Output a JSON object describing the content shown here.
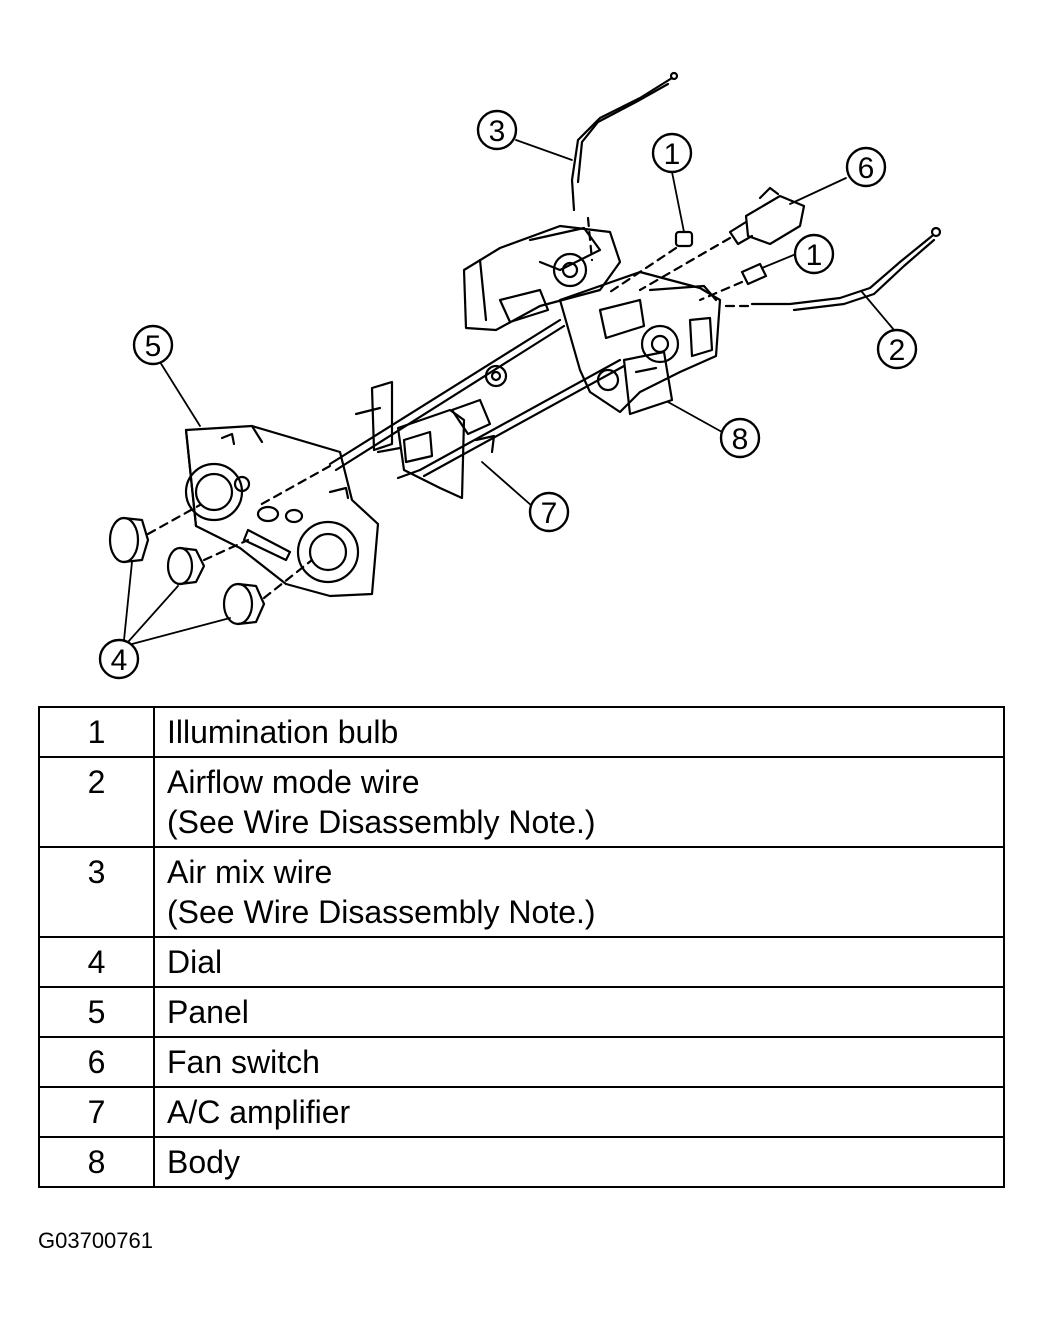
{
  "diagram": {
    "callouts": [
      {
        "id": "c3",
        "label": "3"
      },
      {
        "id": "c1a",
        "label": "1"
      },
      {
        "id": "c6",
        "label": "6"
      },
      {
        "id": "c1b",
        "label": "1"
      },
      {
        "id": "c2",
        "label": "2"
      },
      {
        "id": "c5",
        "label": "5"
      },
      {
        "id": "c8",
        "label": "8"
      },
      {
        "id": "c7",
        "label": "7"
      },
      {
        "id": "c4",
        "label": "4"
      }
    ]
  },
  "legend": {
    "rows": [
      {
        "number": "1",
        "lines": [
          "Illumination bulb"
        ]
      },
      {
        "number": "2",
        "lines": [
          "Airflow mode wire",
          "(See Wire Disassembly Note.)"
        ]
      },
      {
        "number": "3",
        "lines": [
          "Air mix wire",
          "(See Wire Disassembly Note.)"
        ]
      },
      {
        "number": "4",
        "lines": [
          "Dial"
        ]
      },
      {
        "number": "5",
        "lines": [
          "Panel"
        ]
      },
      {
        "number": "6",
        "lines": [
          "Fan switch"
        ]
      },
      {
        "number": "7",
        "lines": [
          "A/C amplifier"
        ]
      },
      {
        "number": "8",
        "lines": [
          "Body"
        ]
      }
    ]
  },
  "figure_code": "G03700761"
}
